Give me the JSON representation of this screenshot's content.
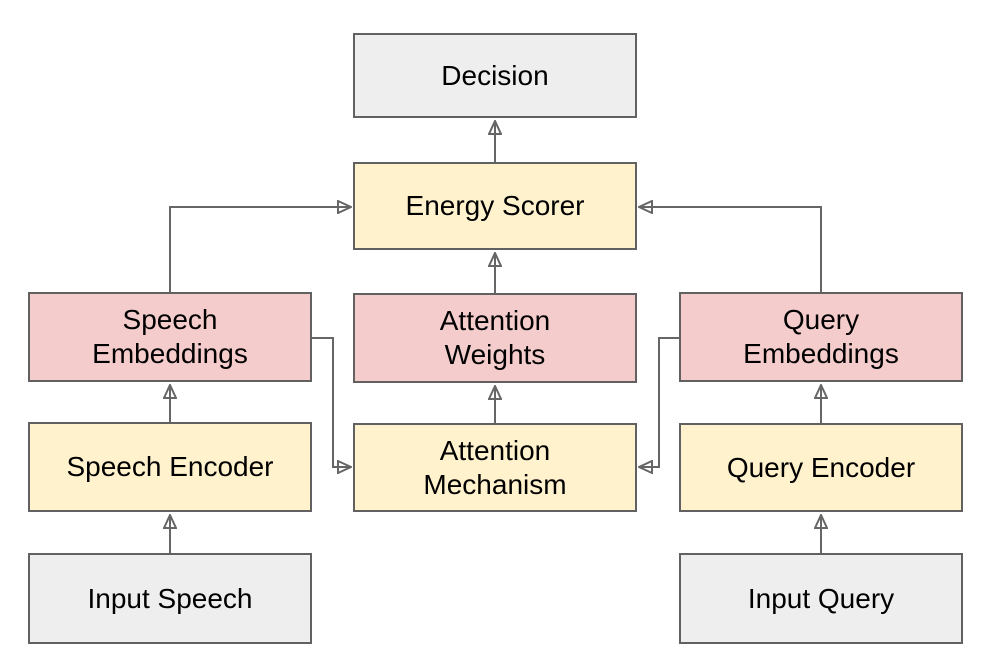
{
  "diagram": {
    "type": "flowchart",
    "colors": {
      "io_fill": "#eeeeee",
      "process_fill": "#fff2cc",
      "embedding_fill": "#f4cccc",
      "border": "#616161",
      "arrow": "#666666",
      "text": "#000000",
      "background": "#ffffff"
    },
    "nodes": [
      {
        "id": "decision",
        "label": "Decision",
        "type": "io"
      },
      {
        "id": "energy_scorer",
        "label": "Energy Scorer",
        "type": "process"
      },
      {
        "id": "speech_embeddings",
        "label": "Speech\nEmbeddings",
        "type": "embedding"
      },
      {
        "id": "attention_weights",
        "label": "Attention\nWeights",
        "type": "embedding"
      },
      {
        "id": "query_embeddings",
        "label": "Query\nEmbeddings",
        "type": "embedding"
      },
      {
        "id": "speech_encoder",
        "label": "Speech Encoder",
        "type": "process"
      },
      {
        "id": "attention_mechanism",
        "label": "Attention\nMechanism",
        "type": "process"
      },
      {
        "id": "query_encoder",
        "label": "Query Encoder",
        "type": "process"
      },
      {
        "id": "input_speech",
        "label": "Input Speech",
        "type": "io"
      },
      {
        "id": "input_query",
        "label": "Input Query",
        "type": "io"
      }
    ],
    "edges": [
      {
        "from": "energy_scorer",
        "to": "decision"
      },
      {
        "from": "attention_weights",
        "to": "energy_scorer"
      },
      {
        "from": "speech_embeddings",
        "to": "energy_scorer"
      },
      {
        "from": "query_embeddings",
        "to": "energy_scorer"
      },
      {
        "from": "attention_mechanism",
        "to": "attention_weights"
      },
      {
        "from": "speech_encoder",
        "to": "speech_embeddings"
      },
      {
        "from": "query_encoder",
        "to": "query_embeddings"
      },
      {
        "from": "input_speech",
        "to": "speech_encoder"
      },
      {
        "from": "input_query",
        "to": "query_encoder"
      },
      {
        "from": "speech_embeddings",
        "to": "attention_mechanism"
      },
      {
        "from": "query_embeddings",
        "to": "attention_mechanism"
      }
    ]
  }
}
